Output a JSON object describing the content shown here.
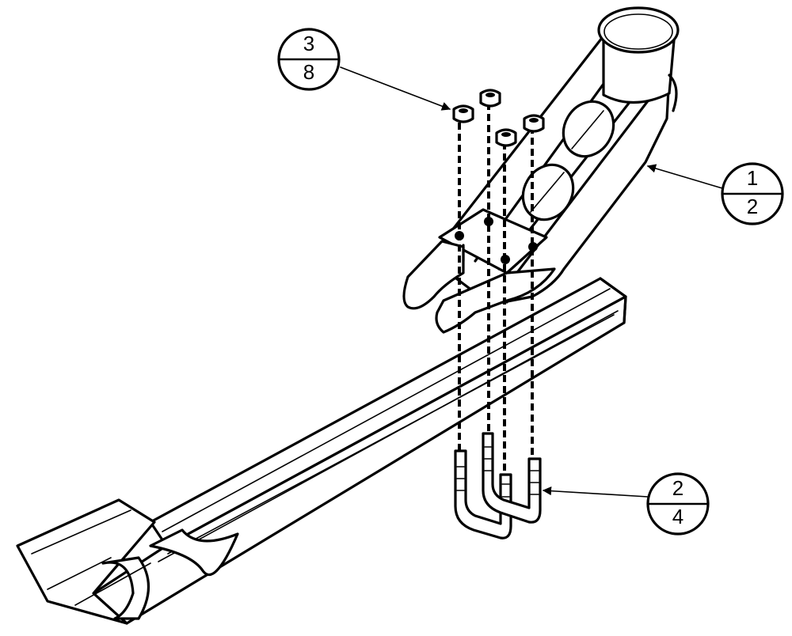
{
  "balloons": [
    {
      "id": "b1",
      "top": "3",
      "bottom": "8"
    },
    {
      "id": "b2",
      "top": "1",
      "bottom": "2"
    },
    {
      "id": "b3",
      "top": "2",
      "bottom": "4"
    }
  ],
  "colors": {
    "line": "#000000",
    "background": "#ffffff"
  }
}
